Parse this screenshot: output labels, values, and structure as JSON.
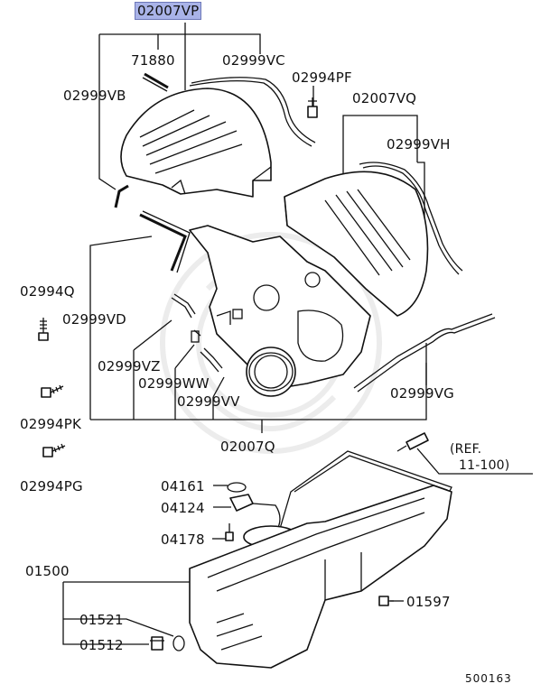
{
  "labels": {
    "top": "02007VP",
    "p71880": "71880",
    "p02999VC": "02999VC",
    "p02994PF": "02994PF",
    "p02999VB": "02999VB",
    "p02007VQ": "02007VQ",
    "p02999VH": "02999VH",
    "p02994Q": "02994Q",
    "p02999VD": "02999VD",
    "p02999VZ": "02999VZ",
    "p02999WW": "02999WW",
    "p02999VV": "02999VV",
    "p02999VG": "02999VG",
    "p02994PK": "02994PK",
    "p02007Q": "02007Q",
    "p02994PG": "02994PG",
    "ref_line1": "(REF.",
    "ref_line2": "11-100)",
    "p04161": "04161",
    "p04124": "04124",
    "p04178": "04178",
    "p01500": "01500",
    "p01597": "01597",
    "p01521": "01521",
    "p01512": "01512",
    "diagram_id": "500163"
  },
  "colors": {
    "highlight": "#a9b3e8",
    "line": "#111111"
  }
}
